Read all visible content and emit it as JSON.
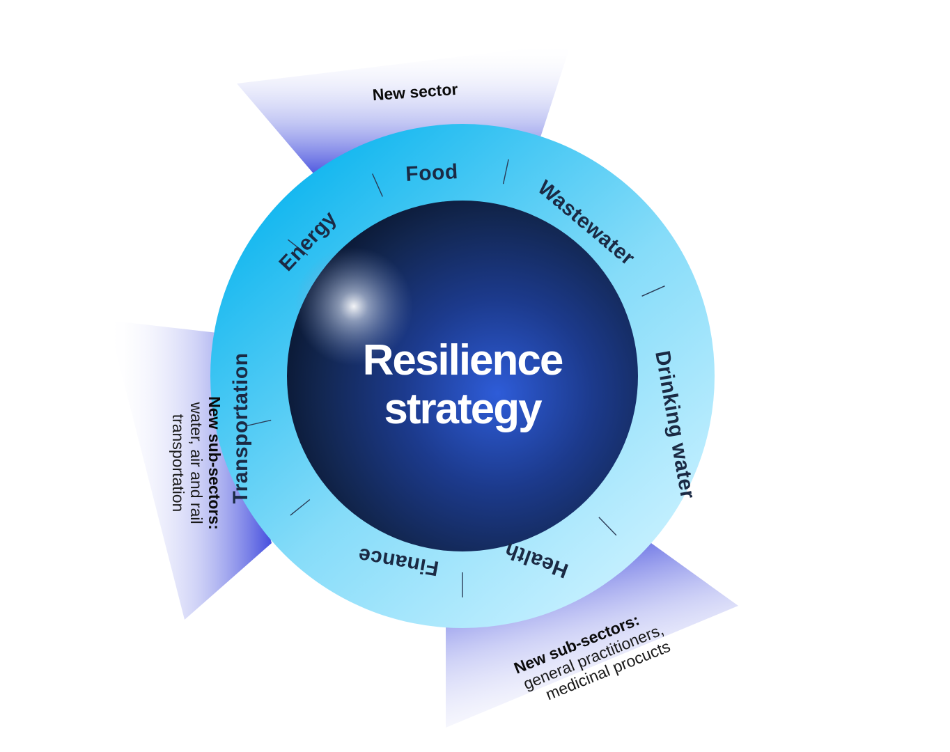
{
  "center": {
    "title_line1": "Resilience",
    "title_line2": "strategy"
  },
  "sectors": [
    {
      "id": "food",
      "label": "Food"
    },
    {
      "id": "wastewater",
      "label": "Wastewater"
    },
    {
      "id": "drinking-water",
      "label": "Drinking water"
    },
    {
      "id": "health",
      "label": "Health"
    },
    {
      "id": "finance",
      "label": "Finance"
    },
    {
      "id": "transportation",
      "label": "Transportation"
    },
    {
      "id": "energy",
      "label": "Energy"
    }
  ],
  "callouts": {
    "top": {
      "heading": "New sector"
    },
    "left": {
      "heading": "New sub-sectors:",
      "line1": "water, air and rail",
      "line2": "transportation"
    },
    "bottom": {
      "heading": "New sub-sectors:",
      "line1": "general practitioners,",
      "line2": "medicinal procucts"
    }
  },
  "colors": {
    "ring_light": "#b9ecfd",
    "ring_dark": "#12b8f0",
    "sphere_dark": "#0d1d3d",
    "sphere_mid": "#2a52c8",
    "beam": "#3c46dc",
    "label_text": "#1b2a44"
  }
}
